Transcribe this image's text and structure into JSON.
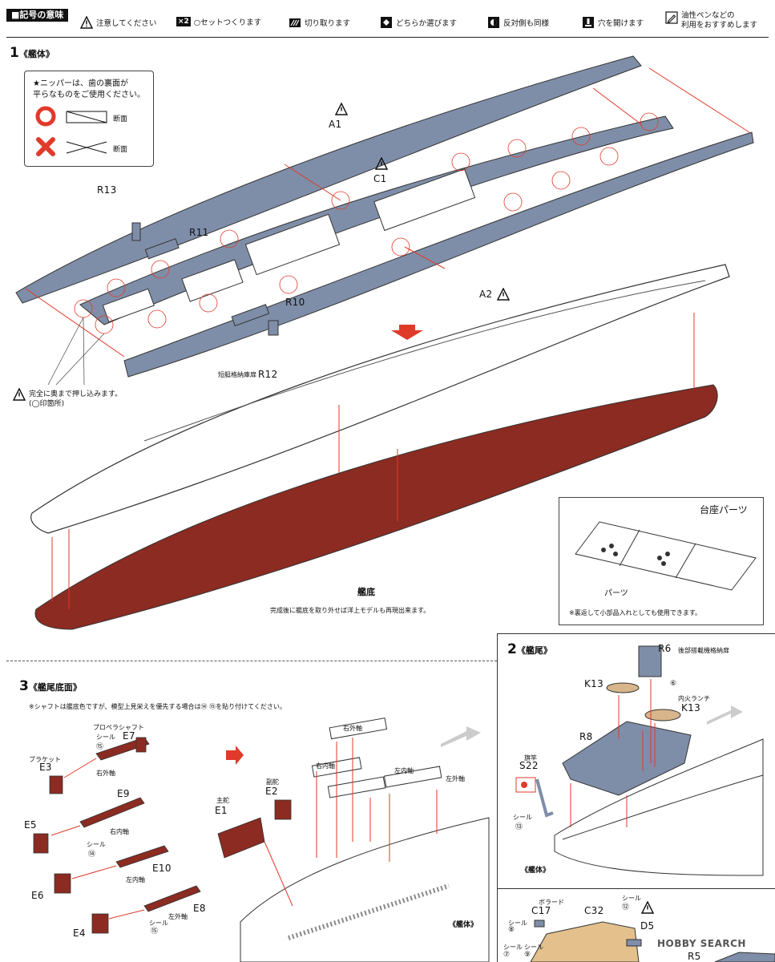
{
  "legend": {
    "title": "■記号の意味",
    "items": [
      {
        "icon": "warning-icon",
        "label": "注意してください"
      },
      {
        "icon": "times-two-icon",
        "badge": "×2",
        "label": "○セットつくります"
      },
      {
        "icon": "cut-icon",
        "label": "切り取ります"
      },
      {
        "icon": "choice-icon",
        "label": "どちらか選びます"
      },
      {
        "icon": "symmetric-icon",
        "label": "反対側も同様"
      },
      {
        "icon": "drill-icon",
        "label": "穴を開けます"
      },
      {
        "icon": "pen-icon",
        "label": "油性ペンなどの\n利用をおすすめします"
      }
    ]
  },
  "step1": {
    "number": "1",
    "title": "《艦体》",
    "nipper_note": "★ニッパーは、歯の裏面が\n平らなものをご使用ください。",
    "good_label": "断面",
    "bad_label": "断面",
    "parts": {
      "a1": "A1",
      "c1": "C1",
      "a2": "A2",
      "r13": "R13",
      "r11": "R11",
      "r10": "R10",
      "r12": "R12"
    },
    "r12_note": "短艇格納庫扉",
    "press_note": "完全に奥まで押し込みます。\n(◯印箇所)",
    "bottom_label": "艦底",
    "bottom_note": "完成後に艦底を取り外せば洋上モデルも再現出来ます。",
    "stand": {
      "title": "台座パーツ",
      "parts_label": "パーツ",
      "note": "※裏返して小部品入れとしても使用できます。"
    }
  },
  "step2": {
    "number": "2",
    "title": "《艦尾》",
    "r6": "R6",
    "r6_note": "後部搭載機格納扉",
    "k13a": "K13",
    "k13b": "K13",
    "launch_note": "内火ランチ",
    "seal6": "⑥",
    "r8": "R8",
    "flag_note": "旗竿",
    "s22": "S22",
    "seal_label": "シール",
    "seal13": "⑬",
    "hull_label": "《艦体》"
  },
  "step3": {
    "number": "3",
    "title": "《艦尾底面》",
    "note": "※シャフトは艦底色ですが、模型上見栄えを優先する場合は⑭ ⑮を貼り付けてください。",
    "propeller_note": "プロペラシャフト",
    "bracket_note": "ブラケット",
    "seal_label": "シール",
    "seal14": "⑭",
    "seal15a": "⑮",
    "seal15b": "⑮",
    "e7": "E7",
    "e3": "E3",
    "e9": "E9",
    "e5": "E5",
    "e10": "E10",
    "e6": "E6",
    "e8": "E8",
    "e4": "E4",
    "rudder_main": "主舵",
    "e1": "E1",
    "rudder_sub": "副舵",
    "e2": "E2",
    "shaft_ro": "右外軸",
    "shaft_ri": "右内軸",
    "shaft_li": "左内軸",
    "shaft_lo": "左外軸",
    "shaft_ro2": "右外軸",
    "shaft_ri2": "右内軸",
    "shaft_li2": "左内軸",
    "shaft_lo2": "左外軸",
    "hull_label": "《艦体》"
  },
  "step4": {
    "bollard_note": "ボラード",
    "c17": "C17",
    "c32": "C32",
    "seal_label": "シール",
    "seal12": "⑫",
    "d5": "D5",
    "r5": "R5",
    "seal8": "⑧",
    "seal7": "⑦",
    "seal9": "⑨",
    "seal_label2": "シール",
    "seal_label3": "シール"
  },
  "watermark": "HOBBY SEARCH",
  "colors": {
    "hull_gray": "#7f8ea8",
    "hull_bottom": "#8b2b22",
    "arrow_red": "#e03a2a",
    "part_red": "#8b2b22",
    "deck_tan": "#e3c08c"
  }
}
